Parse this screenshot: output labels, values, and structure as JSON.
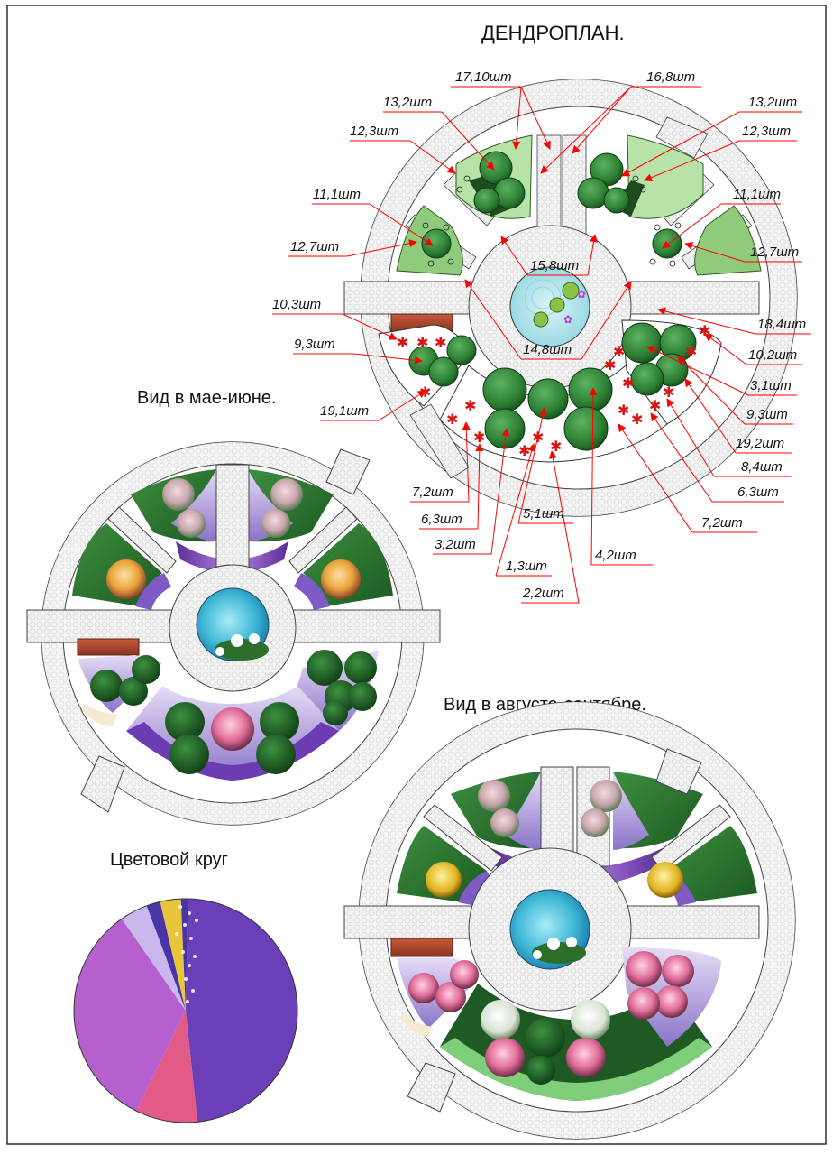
{
  "titles": {
    "dendroplan": "ДЕНДРОПЛАН.",
    "may_june": "Вид в мае-июне.",
    "aug_sep": "Вид в августе-сентябре.",
    "color_wheel": "Цветовой круг"
  },
  "callouts": [
    "17,10шт",
    "16,8шт",
    "13,2шт",
    "13,2шт",
    "12,3шт",
    "12,3шт",
    "11,1шт",
    "11,1шт",
    "12,7шт",
    "12,7шт",
    "15,8шт",
    "10,3шт",
    "14,8шт",
    "18,4шт",
    "9,3шт",
    "10,2шт",
    "3,1шт",
    "19,1шт",
    "9,3шт",
    "19,2шт",
    "8,4шт",
    "6,3шт",
    "7,2шт",
    "6,3шт",
    "5,1шт",
    "7,2шт",
    "3,2шт",
    "4,2шт",
    "1,3шт",
    "2,2шт"
  ],
  "color_wheel": {
    "slices": [
      {
        "color": "#6a3fb8",
        "fraction": 0.48
      },
      {
        "color": "#e25a86",
        "fraction": 0.09
      },
      {
        "color": "#b65fcf",
        "fraction": 0.33
      },
      {
        "color": "#c9b7ee",
        "fraction": 0.04
      },
      {
        "color": "#4a35a8",
        "fraction": 0.02
      },
      {
        "color": "#e9c53a",
        "fraction": 0.03
      },
      {
        "color": "#4a35a8",
        "fraction": 0.01
      }
    ]
  },
  "colors": {
    "leader": "#ff0000",
    "paving": "#ececec",
    "water": "#3fb8d6",
    "brick": "#b5482e",
    "tree": "#2f8a37"
  }
}
